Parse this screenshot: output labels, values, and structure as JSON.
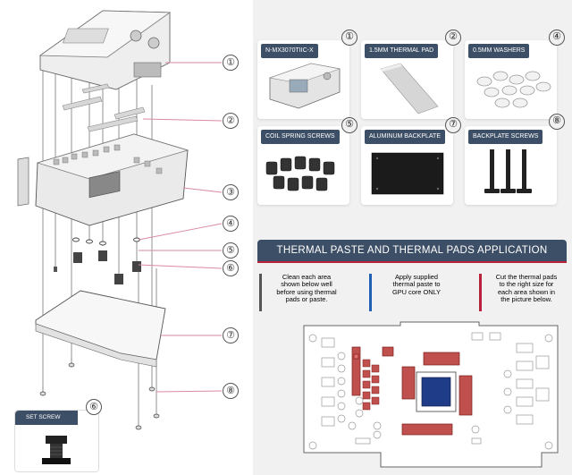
{
  "exploded_callouts": [
    "①",
    "②",
    "③",
    "④",
    "⑤",
    "⑥",
    "⑦",
    "⑧"
  ],
  "set_screw": {
    "label": "SET SCREW",
    "number": "⑥"
  },
  "parts": [
    {
      "label": "N-MX3070TIIC-X",
      "number": "①",
      "icon": "water-block-icon"
    },
    {
      "label": "1.5MM THERMAL PAD",
      "number": "②",
      "icon": "thermal-pad-icon"
    },
    {
      "label": "0.5MM WASHERS",
      "number": "④",
      "icon": "washers-icon"
    },
    {
      "label": "COIL SPRING SCREWS",
      "number": "⑤",
      "icon": "spring-screws-icon"
    },
    {
      "label": "ALUMINUM BACKPLATE",
      "number": "⑦",
      "icon": "backplate-icon"
    },
    {
      "label": "BACKPLATE SCREWS",
      "number": "⑧",
      "icon": "backplate-screws-icon"
    }
  ],
  "section_title": "THERMAL PASTE AND THERMAL PADS APPLICATION",
  "instructions": [
    {
      "text": [
        "Clean each area",
        "shown below well",
        "before using thermal",
        "pads or paste."
      ],
      "color": "#555555"
    },
    {
      "text": [
        "Apply supplied",
        "thermal paste to",
        "GPU core ONLY"
      ],
      "color": "#1f5fb4"
    },
    {
      "text": [
        "Cut the thermal pads",
        "to the right size for",
        "each area shown in",
        "the picture below."
      ],
      "color": "#b8213a"
    }
  ],
  "colors": {
    "navy": "#3d4f66",
    "accent_red": "#b8213a",
    "pink_line": "#d98aa0",
    "pad_fill": "#c0504d"
  }
}
